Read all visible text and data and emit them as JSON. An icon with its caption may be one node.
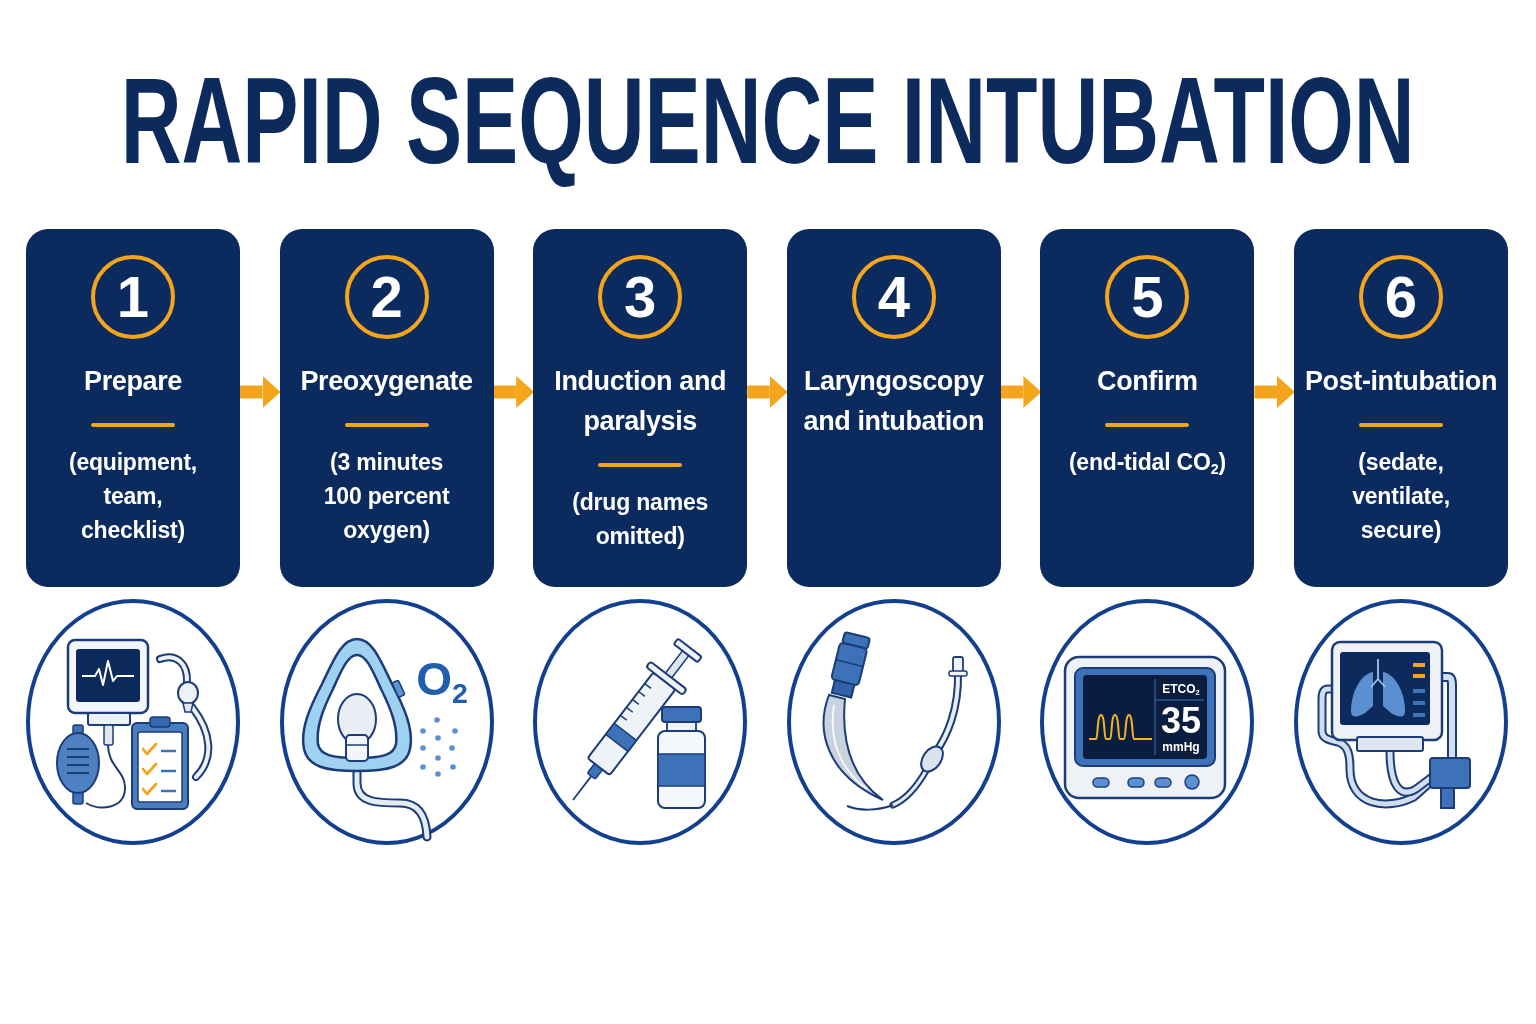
{
  "diagram": {
    "title": "RAPID SEQUENCE INTUBATION",
    "nodes": [
      {
        "text": [
          "1",
          "Prepare",
          "(equipment, team, checklist)"
        ]
      },
      {
        "text": [
          "2",
          "Preoxygenate",
          "(3 minutes 100 percent oxygen)"
        ]
      },
      {
        "text": [
          "3",
          "Induction and paralysis",
          "(drug names omitted)"
        ]
      },
      {
        "text": [
          "4",
          "Laryngoscopy and intubation"
        ]
      },
      {
        "text": [
          "5",
          "Confirm",
          "(end-tidal CO$_{2}$)"
        ]
      },
      {
        "text": [
          "6",
          "Post-intubation",
          "(sedate, ventilate, secure)"
        ]
      }
    ],
    "edges": [
      {
        "from": 0,
        "to": 1,
        "arrow": "to"
      },
      {
        "from": 1,
        "to": 2,
        "arrow": "to"
      },
      {
        "from": 2,
        "to": 3,
        "arrow": "to"
      },
      {
        "from": 3,
        "to": 4,
        "arrow": "to"
      },
      {
        "from": 4,
        "to": 5,
        "arrow": "to"
      }
    ],
    "labels": [
      "O$_{2}$",
      "ETCO$_{2}$",
      "35",
      "mmHg"
    ]
  }
}
